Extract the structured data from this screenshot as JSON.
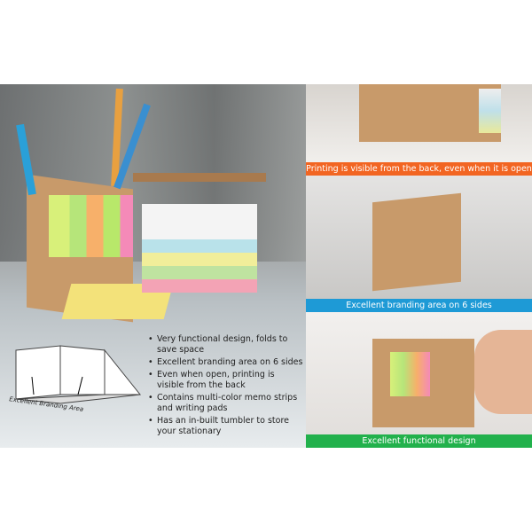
{
  "features": [
    "Very functional design, folds to save space",
    "Excellent branding area on 6 sides",
    "Even when open, printing is visible from the back",
    "Contains multi-color memo strips and writing pads",
    "Has an in-built tumbler to store your stationary"
  ],
  "diagram_label": "Excellent Branding Area",
  "captions": [
    {
      "text": "Printing is visible from the back, even when it is open",
      "color": "#f26522"
    },
    {
      "text": "Excellent branding area on 6 sides",
      "color": "#1e9ad6"
    },
    {
      "text": "Excellent functional design",
      "color": "#22b14c"
    }
  ]
}
